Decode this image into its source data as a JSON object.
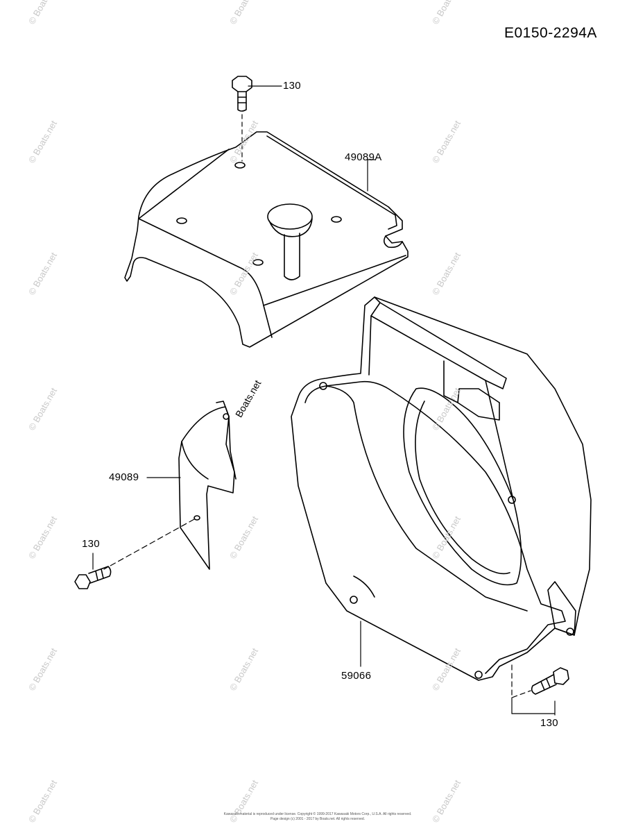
{
  "diagram": {
    "reference_code": "E0150-2294A",
    "callouts": {
      "bolt_top": "130",
      "top_cover": "49089A",
      "side_cover": "49089",
      "bolt_left": "130",
      "fan_housing": "59066",
      "bolt_bottom": "130"
    },
    "copyright_line1": "Kawasaki material is reproduced under license. Copyright © 1999-2017 Kawasaki Motors Corp., U.S.A. All rights reserved.",
    "copyright_line2": "Page design (c) 2001 - 2017 by Boats.net. All rights reserved.",
    "watermark_text": "© Boats.net",
    "inline_watermark": "Boats.net"
  }
}
